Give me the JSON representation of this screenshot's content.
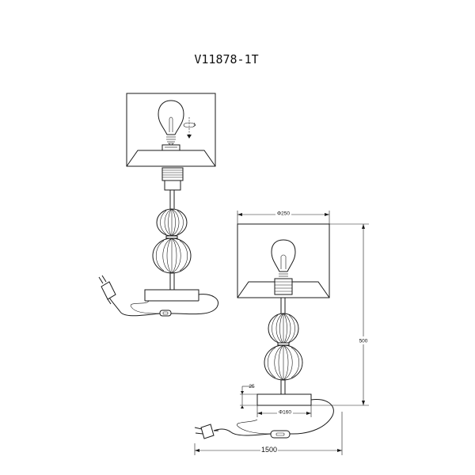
{
  "title": "V11878-1T",
  "dimensions": {
    "shade_diameter": "Φ250",
    "height": "500",
    "base_height": "25",
    "base_diameter": "Φ160",
    "cord_length": "1500"
  }
}
